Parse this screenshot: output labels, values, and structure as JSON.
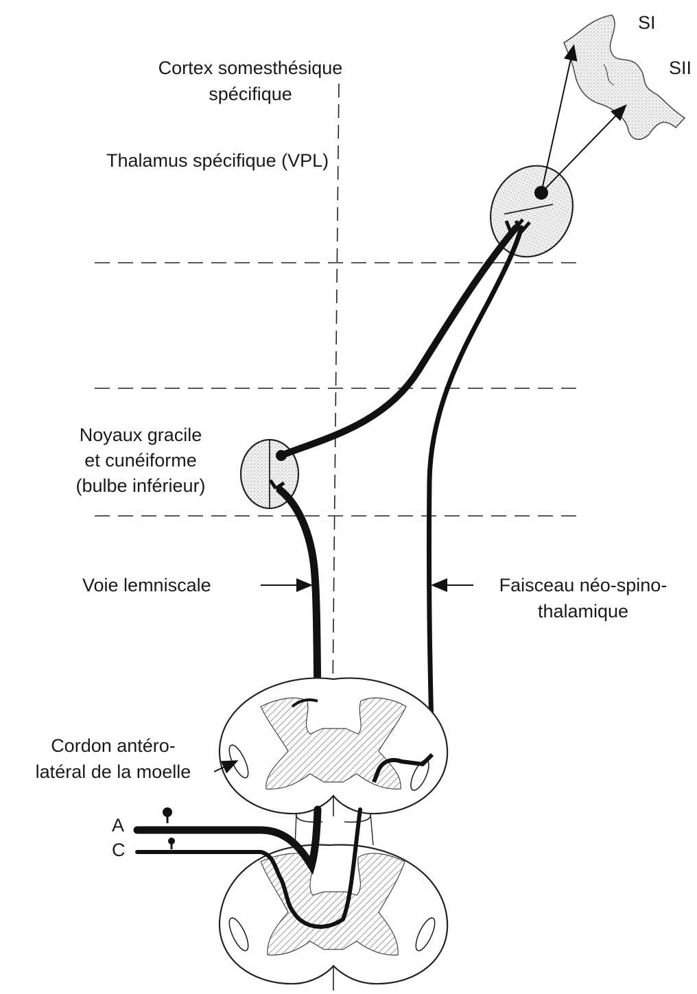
{
  "labels": {
    "si": "SI",
    "sii": "SII",
    "cortex_line1": "Cortex somesthésique",
    "cortex_line2": "spécifique",
    "thalamus": "Thalamus spécifique (VPL)",
    "noyaux_line1": "Noyaux gracile",
    "noyaux_line2": "et cunéiforme",
    "noyaux_line3": "(bulbe inférieur)",
    "voie": "Voie lemniscale",
    "faisceau_line1": "Faisceau néo-spino-",
    "faisceau_line2": "thalamique",
    "cordon_line1": "Cordon antéro-",
    "cordon_line2": "latéral de la moelle",
    "fiber_a": "A",
    "fiber_c": "C"
  }
}
